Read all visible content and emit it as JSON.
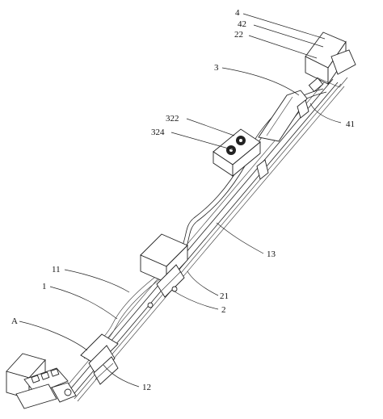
{
  "labels": {
    "l4": "4",
    "l42": "42",
    "l22": "22",
    "l3": "3",
    "l41": "41",
    "l322": "322",
    "l324": "324",
    "l13": "13",
    "l11": "11",
    "l1": "1",
    "l21": "21",
    "l2": "2",
    "lA": "A",
    "l12": "12"
  }
}
